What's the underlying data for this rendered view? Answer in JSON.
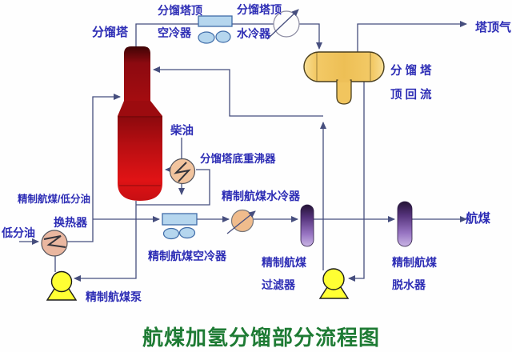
{
  "diagram_title": "航煤加氢分馏部分流程图",
  "labels": {
    "column": "分馏塔",
    "top_air_cooler_l1": "分馏塔顶",
    "top_air_cooler_l2": "空冷器",
    "top_water_cooler_l1": "分馏塔顶",
    "top_water_cooler_l2": "水冷器",
    "overhead_gas": "塔顶气",
    "reflux_drum_l1": "分 馏 塔",
    "reflux_drum_l2": "顶 回 流",
    "diesel": "柴油",
    "bottom_reboiler": "分馏塔底重沸器",
    "feed_exchanger_l1": "精制航煤/低分油",
    "feed_exchanger_l2": "换热器",
    "low_sep_oil": "低分油",
    "jet_water_cooler": "精制航煤水冷器",
    "jet_air_cooler": "精制航煤空冷器",
    "jet_pump": "精制航煤泵",
    "jet_filter_l1": "精制航煤",
    "jet_filter_l2": "过滤器",
    "jet_dehydrator_l1": "精制航煤",
    "jet_dehydrator_l2": "脱水器",
    "jet_fuel": "航煤"
  },
  "colors": {
    "label_text": "#2d2db5",
    "title_text": "#1e7b34",
    "pipe_line": "#464e7e",
    "column_red": "#c01015",
    "drum_yellow": "#f3ca67",
    "pump_yellow": "#ffff33",
    "vessel_purple": "#8e6cb8",
    "cooler_blue": "#b5d6ee",
    "exchanger_peach": "#eab7a0"
  }
}
